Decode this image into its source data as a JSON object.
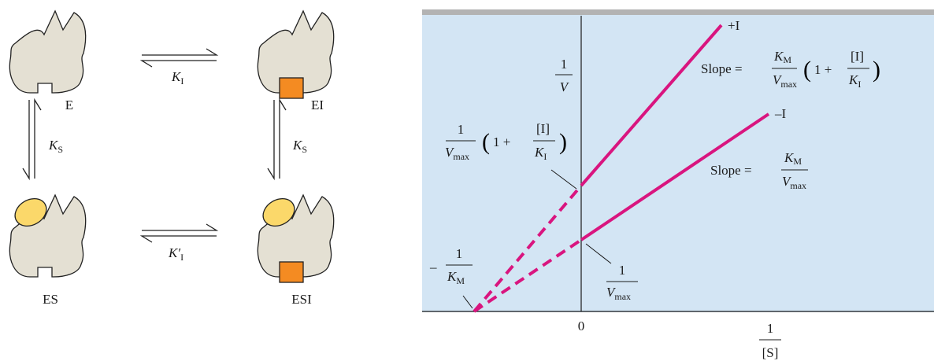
{
  "scheme": {
    "species": {
      "e": "E",
      "ei": "EI",
      "es": "ES",
      "esi": "ESI"
    },
    "constants": {
      "ki": {
        "symbol": "K",
        "sub": "I"
      },
      "ks_left": {
        "symbol": "K",
        "sub": "S"
      },
      "ks_right": {
        "symbol": "K",
        "sub": "S"
      },
      "ki_prime": {
        "symbol": "K′",
        "sub": "I"
      }
    }
  },
  "plot": {
    "y_axis_label": {
      "num": "1",
      "den": "V"
    },
    "x_axis_label": {
      "num": "1",
      "den": "[S]"
    },
    "origin_tick": "0",
    "lines": {
      "inhibited": {
        "tag": "+I",
        "slope_prefix": "Slope =",
        "slope_num_symbol": "K",
        "slope_num_sub": "M",
        "slope_den_symbol": "V",
        "slope_den_sub": "max",
        "factor_one": "1 +",
        "factor_num": "[I]",
        "factor_den_symbol": "K",
        "factor_den_sub": "I"
      },
      "uninhibited": {
        "tag": "–I",
        "slope_prefix": "Slope =",
        "slope_num_symbol": "K",
        "slope_num_sub": "M",
        "slope_den_symbol": "V",
        "slope_den_sub": "max"
      }
    },
    "y_intercept_inhibited": {
      "num": "1",
      "den_symbol": "V",
      "den_sub": "max",
      "factor_one": "1 +",
      "factor_num": "[I]",
      "factor_den_symbol": "K",
      "factor_den_sub": "I"
    },
    "y_intercept_uninhibited": {
      "num": "1",
      "den_symbol": "V",
      "den_sub": "max"
    },
    "x_intercept": {
      "sign": "–",
      "num": "1",
      "den_symbol": "K",
      "den_sub": "M"
    },
    "colors": {
      "background": "#d3e5f4",
      "top_band": "#b3b3b3",
      "line": "#d9157f",
      "enzyme": "#e4e0d3",
      "substrate": "#fbd86a",
      "inhibitor": "#f48b22"
    }
  }
}
